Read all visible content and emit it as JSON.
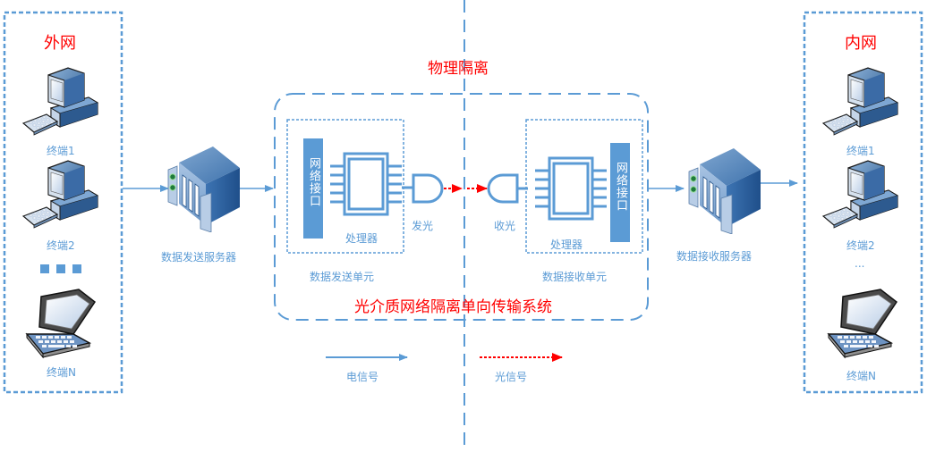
{
  "colors": {
    "accent_blue": "#5b9bd5",
    "label_blue": "#5b9bd5",
    "title_red": "#ff0000",
    "optical_red": "#ff0000"
  },
  "diagram": {
    "physical_isolation": "物理隔离",
    "system_title": "光介质网络隔离单向传输系统",
    "outer_network": {
      "title": "外网",
      "terminals": [
        {
          "label": "终端1",
          "icon": "desktop-computer-icon"
        },
        {
          "label": "终端2",
          "icon": "desktop-computer-icon"
        },
        {
          "label": "终端N",
          "icon": "laptop-icon"
        }
      ],
      "ellipsis": "■ ■ ■"
    },
    "inner_network": {
      "title": "内网",
      "terminals": [
        {
          "label": "终端1",
          "icon": "desktop-computer-icon"
        },
        {
          "label": "终端2",
          "icon": "desktop-computer-icon"
        },
        {
          "label": "终端N",
          "icon": "laptop-icon"
        }
      ],
      "ellipsis": "..."
    },
    "send_server": {
      "label": "数据发送服务器",
      "icon": "server-icon"
    },
    "receive_server": {
      "label": "数据接收服务器",
      "icon": "server-icon"
    },
    "send_unit": {
      "label": "数据发送单元",
      "network_interface": "网络接口",
      "processor": "处理器",
      "optical": "发光"
    },
    "receive_unit": {
      "label": "数据接收单元",
      "network_interface": "网络接口",
      "processor": "处理器",
      "optical": "收光"
    },
    "legend": {
      "electrical": "电信号",
      "optical": "光信号"
    }
  }
}
